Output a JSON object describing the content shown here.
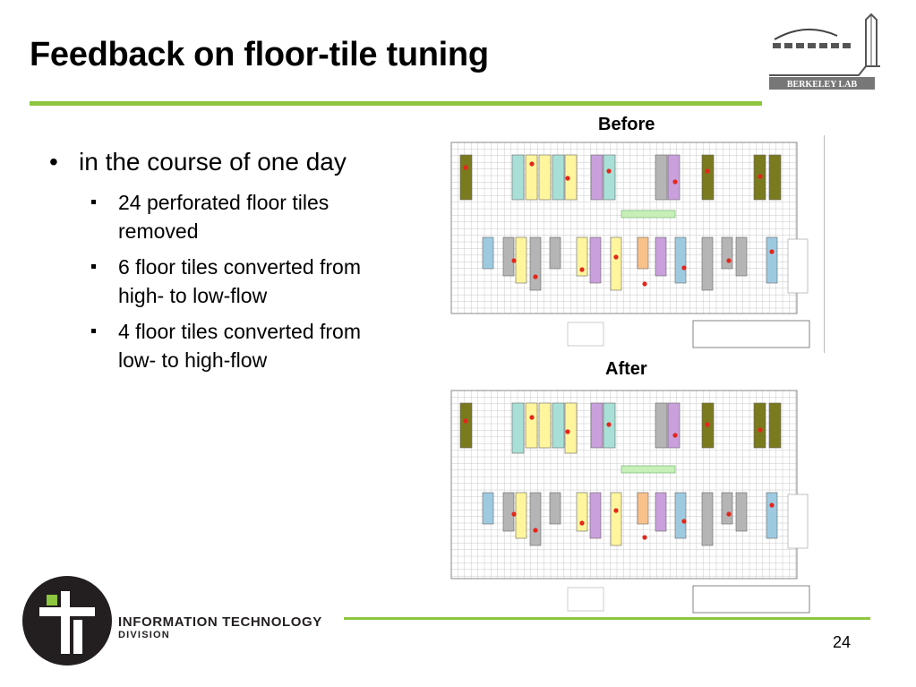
{
  "slide": {
    "title": "Feedback on floor-tile tuning",
    "bullet_main": "in the course of one day",
    "sub_bullets": [
      "24 perforated floor tiles removed",
      "6 floor tiles converted from high- to low-flow",
      "4 floor tiles converted from low- to high-flow"
    ],
    "before_label": "Before",
    "after_label": "After",
    "page_number": "24"
  },
  "logos": {
    "berkeley": "BERKELEY LAB",
    "it_name": "INFORMATION TECHNOLOGY",
    "it_division": "DIVISION"
  },
  "colors": {
    "accent_green": "#8dc63f",
    "tile_yellow": "#fff59d",
    "tile_purple": "#c9a0dc",
    "tile_olive": "#7a7a1e",
    "tile_teal": "#a8e0d8",
    "tile_blue": "#9ecae1",
    "tile_gray": "#b5b5b5",
    "tile_orange": "#f9c28a",
    "tile_green": "#c7f0b8",
    "sensor_red": "#e3261b"
  }
}
